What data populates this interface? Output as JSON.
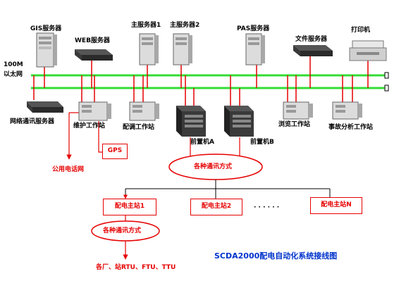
{
  "network": {
    "label_line1": "100M",
    "label_line2": "以太网",
    "bus_color": "#33dd33",
    "link_color": "#e60000"
  },
  "servers": [
    {
      "label": "GIS服务器",
      "icon": "tower-server-icon"
    },
    {
      "label": "WEB服务器",
      "icon": "rack-server-icon"
    },
    {
      "label": "主服务器1",
      "icon": "tower-server-icon"
    },
    {
      "label": "主服务器2",
      "icon": "tower-server-icon"
    },
    {
      "label": "PAS服务器",
      "icon": "tower-server-icon"
    },
    {
      "label": "文件服务器",
      "icon": "rack-server-icon"
    },
    {
      "label": "打印机",
      "icon": "printer-icon"
    }
  ],
  "workstations": [
    {
      "label": "网络通讯服务器",
      "icon": "rack-server-icon"
    },
    {
      "label": "维护工作站",
      "icon": "workstation-icon"
    },
    {
      "label": "配调工作站",
      "icon": "workstation-icon"
    },
    {
      "label": "前置机A",
      "icon": "front-end-icon"
    },
    {
      "label": "前置机B",
      "icon": "front-end-icon"
    },
    {
      "label": "浏览工作站",
      "icon": "workstation-icon"
    },
    {
      "label": "事故分析工作站",
      "icon": "workstation-icon"
    }
  ],
  "gps_label": "GPS",
  "phone_network_label": "公用电话网",
  "comm_methods_top": "各种通讯方式",
  "comm_methods_bottom": "各种通讯方式",
  "master_stations": [
    "配电主站1",
    "配电主站2",
    "配电主站N"
  ],
  "dots": "· · · · · ·",
  "terminals_label": "各厂、站RTU、FTU、TTU",
  "diagram_title": "SCDA2000配电自动化系统接线图"
}
